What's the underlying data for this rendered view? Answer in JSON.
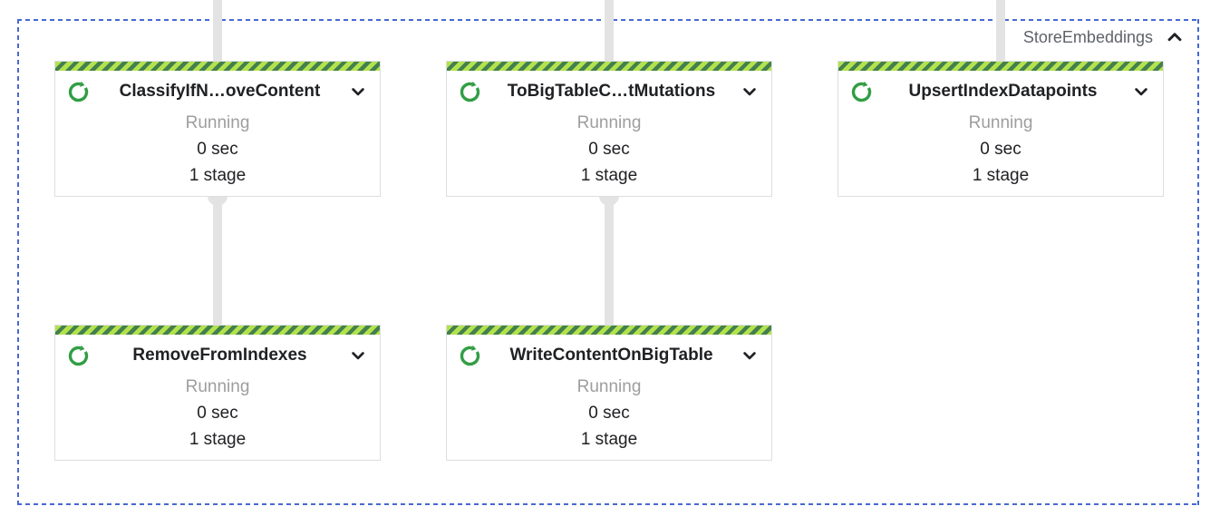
{
  "composite": {
    "label": "StoreEmbeddings",
    "collapse_icon": "chevron-up"
  },
  "nodes": [
    {
      "title": "ClassifyIfN…oveContent",
      "status": "Running",
      "duration": "0 sec",
      "stages": "1 stage"
    },
    {
      "title": "ToBigTableC…tMutations",
      "status": "Running",
      "duration": "0 sec",
      "stages": "1 stage"
    },
    {
      "title": "UpsertIndexDatapoints",
      "status": "Running",
      "duration": "0 sec",
      "stages": "1 stage"
    },
    {
      "title": "RemoveFromIndexes",
      "status": "Running",
      "duration": "0 sec",
      "stages": "1 stage"
    },
    {
      "title": "WriteContentOnBigTable",
      "status": "Running",
      "duration": "0 sec",
      "stages": "1 stage"
    }
  ],
  "colors": {
    "group_border": "#4769d2",
    "stripe_light": "#b3e24f",
    "stripe_dark": "#44804d",
    "running_icon_green": "#319e43",
    "connector_gray": "#e3e3e3",
    "card_border": "#dcdee1",
    "status_text": "#9e9e9e",
    "primary_text": "#202124",
    "group_label_text": "#5f6368"
  }
}
